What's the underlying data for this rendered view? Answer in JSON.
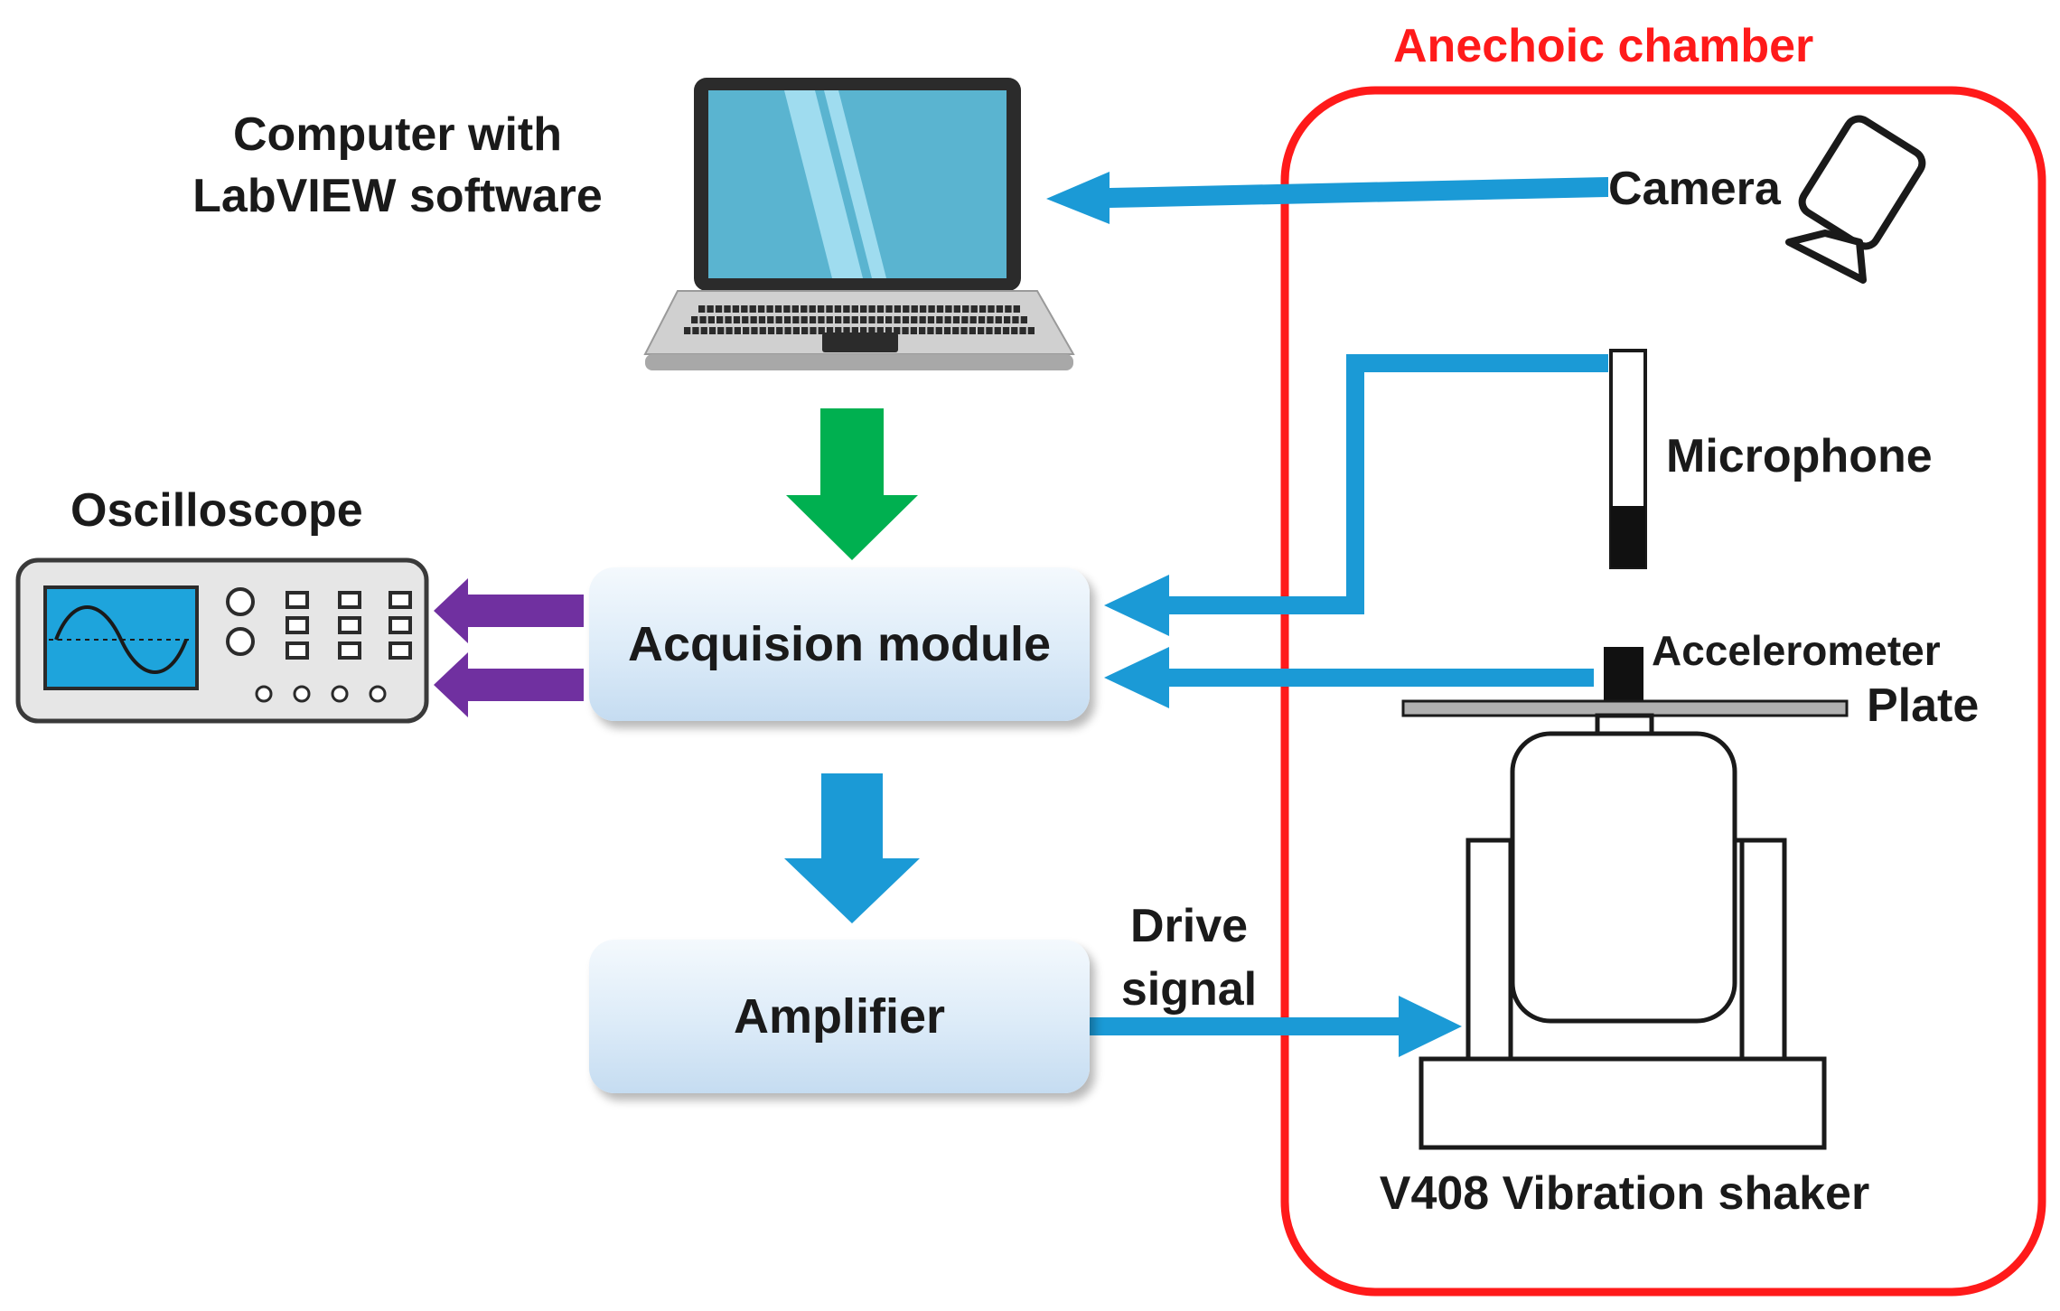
{
  "labels": {
    "chamber": "Anechoic chamber",
    "computer_line1": "Computer with",
    "computer_line2": "LabVIEW software",
    "oscilloscope": "Oscilloscope",
    "acquisition": "Acquision module",
    "amplifier": "Amplifier",
    "drive_line1": "Drive",
    "drive_line2": "signal",
    "camera": "Camera",
    "microphone": "Microphone",
    "accelerometer": "Accelerometer",
    "plate": "Plate",
    "shaker": "V408 Vibration shaker"
  },
  "colors": {
    "chamber_border": "#ff1a1a",
    "signal_line": "#1b9ad6",
    "control_arrow": "#00b050",
    "output_arrow": "#7030a0",
    "laptop_screen": "#5ab4d0",
    "oscilloscope_screen": "#1ea4dc"
  }
}
